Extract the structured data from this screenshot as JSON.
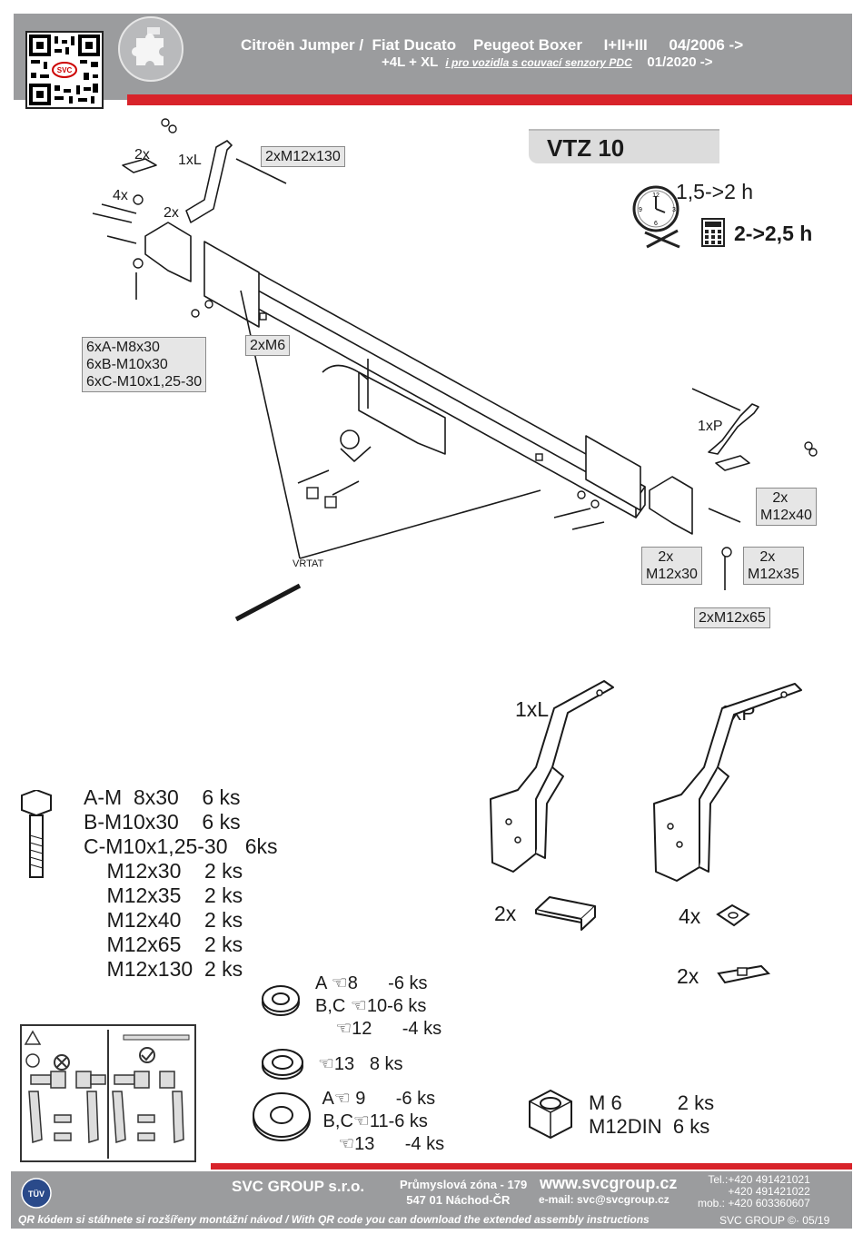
{
  "header": {
    "line1": "Citroën Jumper /  Fiat Ducato    Peugeot Boxer     I+II+III     04/2006 ->",
    "line2_a": "+4L + XL",
    "line2_b": "i pro vozidla s couvací senzory PDC",
    "line2_c": "01/2020 ->"
  },
  "product": {
    "code": "VTZ 10",
    "time_mount": "1,5->2 h",
    "time_total": "2->2,5 h"
  },
  "diagram_labels": {
    "l_2x_top": "2x",
    "l_1xL": "1xL",
    "l_4x": "4x",
    "l_2x_mid": "2x",
    "box_m12x130": "2xM12x130",
    "box_bolts": "6xA-M8x30\n6xB-M10x30\n6xC-M10x1,25-30",
    "box_m6": "2xM6",
    "vrtat": "VRTAT",
    "l_1xP": "1xP",
    "box_m12x40": "   2x\nM12x40",
    "box_m12x30": "   2x\nM12x30",
    "box_m12x35": "   2x\nM12x35",
    "box_m12x65": "2xM12x65"
  },
  "brackets": {
    "left": "1xL",
    "right": "1xP",
    "q_angle": "2x",
    "q_square": "4x",
    "q_plate": "2x"
  },
  "parts_list": "A-M  8x30    6 ks\nB-M10x30    6 ks\nC-M10x1,25-30   6ks\n    M12x30    2 ks\n    M12x35    2 ks\n    M12x40    2 ks\n    M12x65    2 ks\n    M12x130  2 ks",
  "washers": {
    "spring": "A ☜8      -6 ks\nB,C ☜10-6 ks\n    ☜12      -4 ks",
    "ring": "☜13   8 ks",
    "flat": " A☜ 9      -6 ks\n B,C☜11-6 ks\n    ☜13      -4 ks"
  },
  "nuts": "M 6          2 ks\nM12DIN  6 ks",
  "footer": {
    "company": "SVC GROUP s.r.o.",
    "address": "Průmyslová zóna - 179\n  547 01 Náchod-ČR",
    "web": "www.svcgroup.cz",
    "email": "e-mail:  svc@svcgroup.cz",
    "tel": "Tel.:+420 491421021\n  +420 491421022\nmob.: +420 603360607",
    "qr_note": "QR kódem si stáhnete si rozšířeny montážní návod / With QR code you can download the extended assembly instructions",
    "version": "SVC GROUP ©· 05/19"
  },
  "colors": {
    "header_gray": "#9b9c9e",
    "accent_red": "#d8232a"
  }
}
